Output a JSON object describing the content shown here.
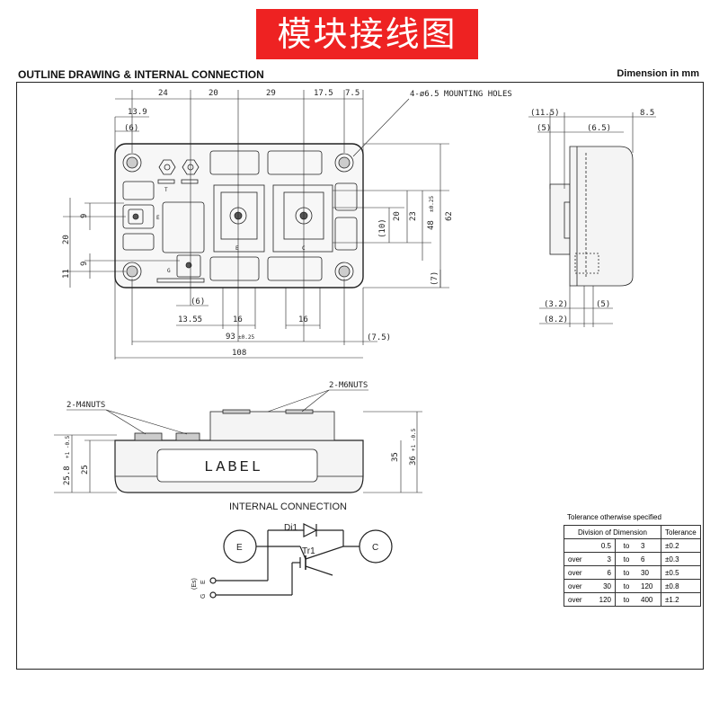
{
  "banner": "模块接线图",
  "header": {
    "left": "OUTLINE DRAWING & INTERNAL CONNECTION",
    "right": "Dimension in mm"
  },
  "top_view": {
    "dims_top": [
      "24",
      "20",
      "29",
      "17.5",
      "7.5"
    ],
    "mounting_holes": "4-ø6.5 MOUNTING HOLES",
    "d_13_9": "13.9",
    "d_6_top": "(6)",
    "d_9_a": "9",
    "d_20_left": "20",
    "d_9_b": "9",
    "d_11": "11",
    "d_20_right": "20",
    "d_23": "23",
    "d_48": "48",
    "d_48_tol": "±0.25",
    "d_10": "(10)",
    "d_62": "62",
    "d_7": "(7)",
    "d_6_bottom": "(6)",
    "d_13_55": "13.55",
    "d_16_a": "16",
    "d_16_b": "16",
    "d_93": "93",
    "d_93_tol": "±0.25",
    "d_7_5": "(7.5)",
    "d_108": "108",
    "label_t": "T",
    "label_e_small": "E",
    "label_g": "G",
    "label_e_big": "E",
    "label_c_big": "C"
  },
  "side_view": {
    "d_11_5": "(11.5)",
    "d_8_5": "8.5",
    "d_5": "(5)",
    "d_6_5": "(6.5)",
    "d_3_2": "(3.2)",
    "d_5_b": "(5)",
    "d_8_2": "(8.2)"
  },
  "front_view": {
    "m4": "2-M4NUTS",
    "m6": "2-M6NUTS",
    "label": "LABEL",
    "d_25_8": "25.8",
    "d_25_8_tol": "+1\n-0.5",
    "d_25": "25",
    "d_35": "35",
    "d_36": "36",
    "d_36_tol": "+1\n-0.5"
  },
  "internal": {
    "title": "INTERNAL CONNECTION",
    "di1": "Di1",
    "tr1": "Tr1",
    "e": "E",
    "c": "C",
    "es_label": "(Es)",
    "e_small": "E",
    "g_small": "G"
  },
  "tolerance": {
    "caption": "Tolerance otherwise specified",
    "col1": "Division of Dimension",
    "col2": "Tolerance",
    "rows": [
      {
        "a": "",
        "b": "0.5",
        "c": "to",
        "d": "3",
        "t": "±0.2"
      },
      {
        "a": "over",
        "b": "3",
        "c": "to",
        "d": "6",
        "t": "±0.3"
      },
      {
        "a": "over",
        "b": "6",
        "c": "to",
        "d": "30",
        "t": "±0.5"
      },
      {
        "a": "over",
        "b": "30",
        "c": "to",
        "d": "120",
        "t": "±0.8"
      },
      {
        "a": "over",
        "b": "120",
        "c": "to",
        "d": "400",
        "t": "±1.2"
      }
    ]
  }
}
